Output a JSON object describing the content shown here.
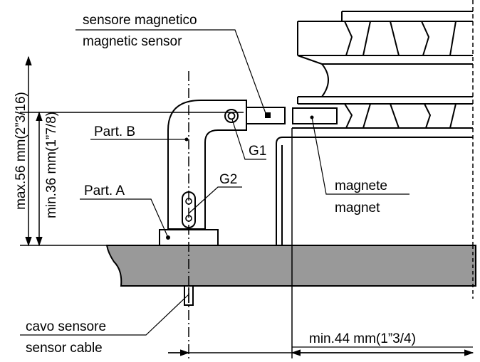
{
  "labels": {
    "sensor_it": "sensore magnetico",
    "sensor_en": "magnetic sensor",
    "part_b": "Part. B",
    "part_a": "Part. A",
    "g1": "G1",
    "g2": "G2",
    "magnet_it": "magnete",
    "magnet_en": "magnet",
    "cable_it": "cavo sensore",
    "cable_en": "sensor cable",
    "dim_max": "max.56 mm(2”3/16)",
    "dim_min": "min.36 mm(1”7/8)",
    "dim_horizontal": "min.44 mm(1”3/4)"
  },
  "colors": {
    "line": "#000000",
    "base_fill": "#999999",
    "background": "#ffffff"
  }
}
